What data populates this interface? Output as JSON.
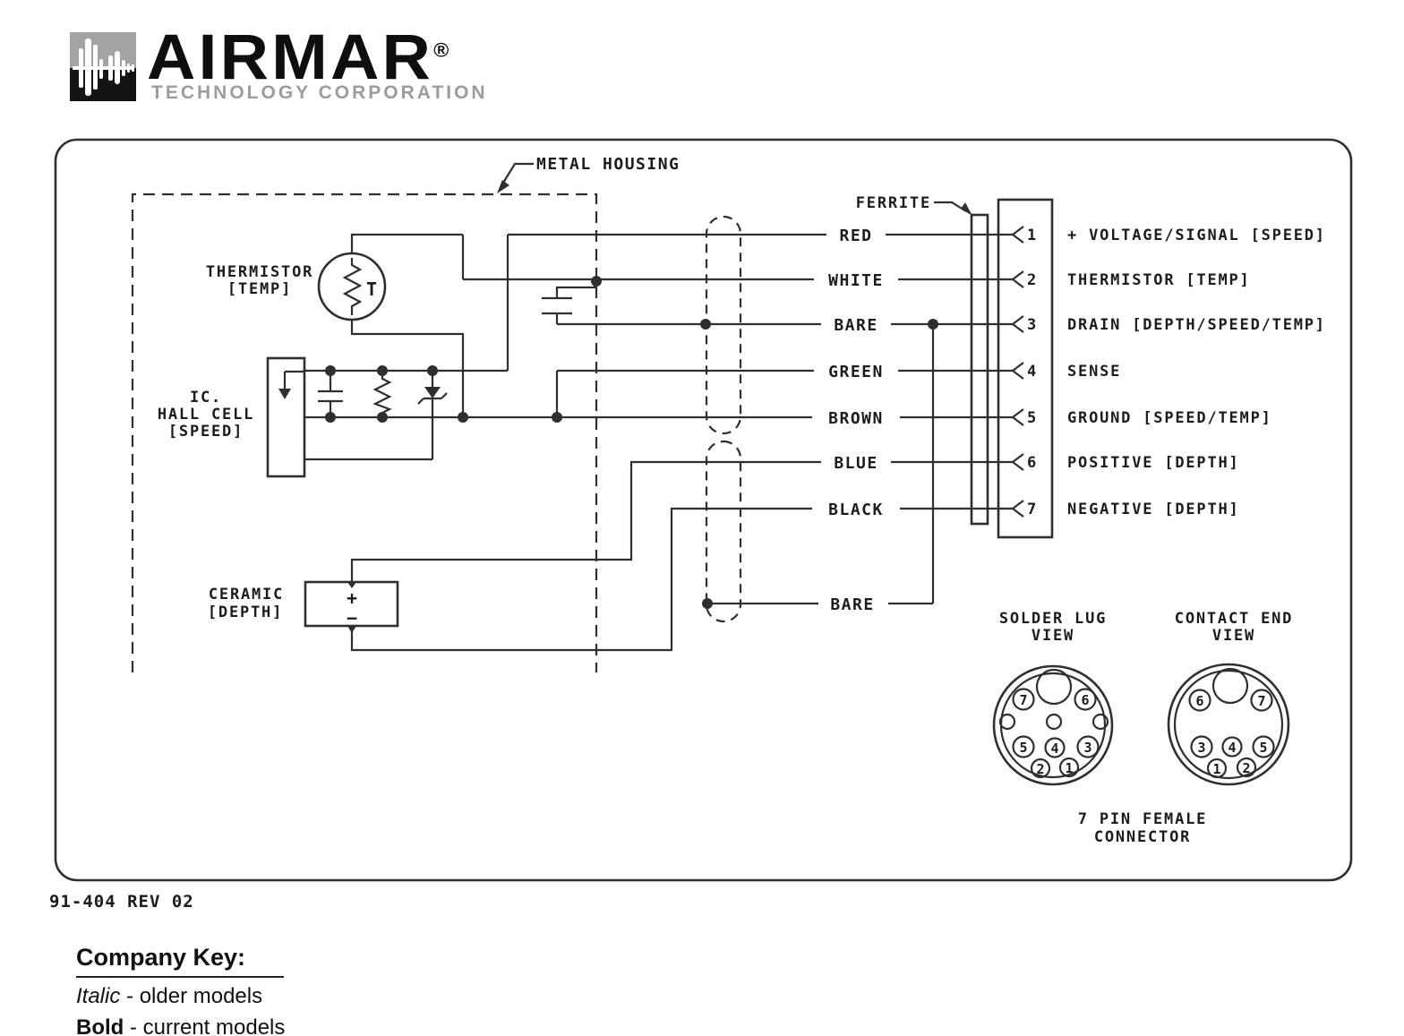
{
  "logo": {
    "brand": "AIRMAR",
    "registered": "®",
    "subtitle": "TECHNOLOGY CORPORATION"
  },
  "diagram": {
    "metal_housing_label": "METAL HOUSING",
    "ferrite_label": "FERRITE",
    "thermistor_label_1": "THERMISTOR",
    "thermistor_label_2": "[TEMP]",
    "thermistor_t": "T",
    "hall_label_1": "IC.",
    "hall_label_2": "HALL CELL",
    "hall_label_3": "[SPEED]",
    "ceramic_label_1": "CERAMIC",
    "ceramic_label_2": "[DEPTH]",
    "ceramic_plus": "+",
    "ceramic_minus": "−",
    "bare2_label": "BARE",
    "rows": [
      {
        "wire": "RED",
        "pin": "1",
        "desc": "+ VOLTAGE/SIGNAL [SPEED]"
      },
      {
        "wire": "WHITE",
        "pin": "2",
        "desc": "THERMISTOR [TEMP]"
      },
      {
        "wire": "BARE",
        "pin": "3",
        "desc": "DRAIN [DEPTH/SPEED/TEMP]"
      },
      {
        "wire": "GREEN",
        "pin": "4",
        "desc": "SENSE"
      },
      {
        "wire": "BROWN",
        "pin": "5",
        "desc": "GROUND [SPEED/TEMP]"
      },
      {
        "wire": "BLUE",
        "pin": "6",
        "desc": "POSITIVE [DEPTH]"
      },
      {
        "wire": "BLACK",
        "pin": "7",
        "desc": "NEGATIVE [DEPTH]"
      }
    ]
  },
  "connector_views": {
    "solder_lug_title_1": "SOLDER LUG",
    "solder_lug_title_2": "VIEW",
    "contact_end_title_1": "CONTACT END",
    "contact_end_title_2": "VIEW",
    "caption_1": "7 PIN FEMALE",
    "caption_2": "CONNECTOR",
    "solder_lug_pins": [
      "7",
      "6",
      "5",
      "4",
      "3",
      "2",
      "1"
    ],
    "contact_end_pins": [
      "6",
      "7",
      "3",
      "4",
      "5",
      "1",
      "2"
    ]
  },
  "footer": {
    "doc_number": "91-404 REV 02"
  },
  "company_key": {
    "title": "Company Key:",
    "italic_term": "Italic",
    "italic_desc": " - older models",
    "bold_term": "Bold",
    "bold_desc": " - current models"
  },
  "colors": {
    "line": "#2f2f2f",
    "subtitle_gray": "#9c9c9c"
  }
}
